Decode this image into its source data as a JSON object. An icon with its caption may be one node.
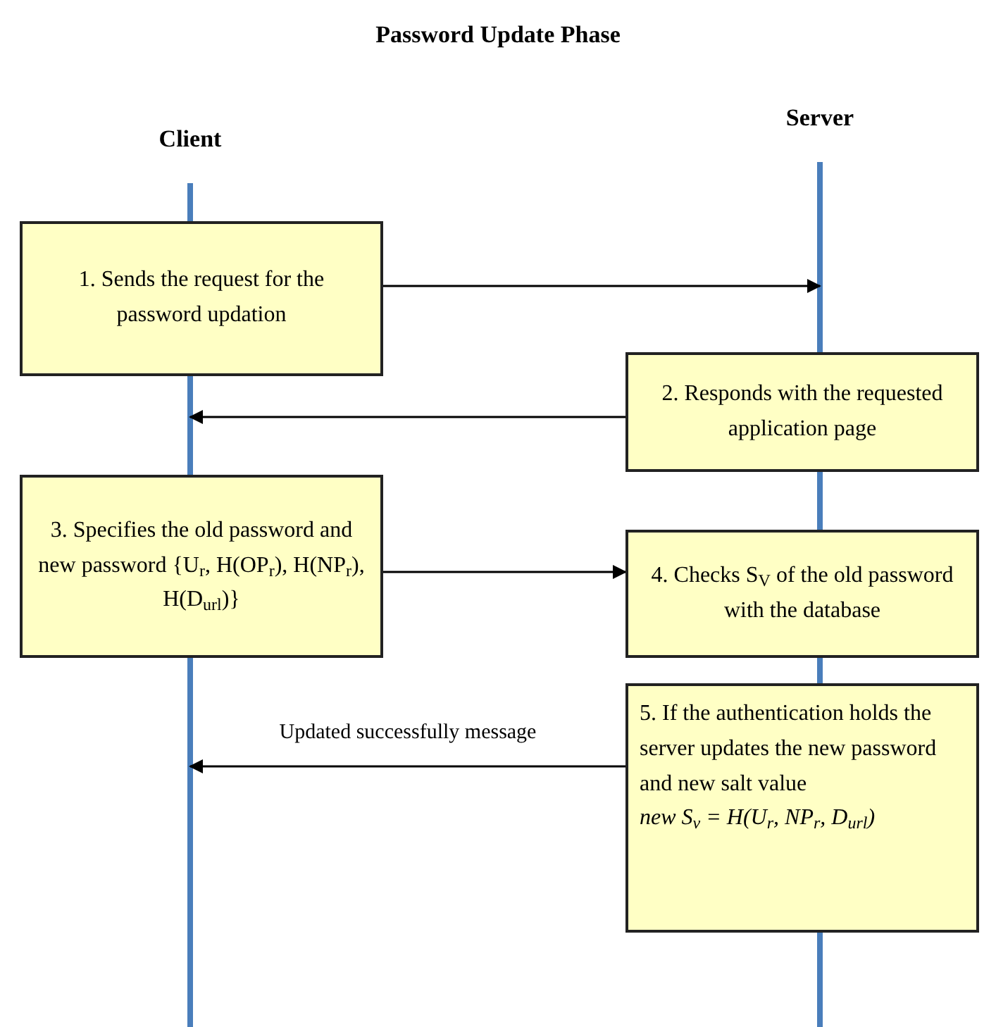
{
  "diagram": {
    "title": "Password Update Phase",
    "nodes": [
      {
        "text": [
          "Client"
        ]
      },
      {
        "text": [
          "Server"
        ]
      },
      {
        "text": [
          "1. Sends the request for the password updation"
        ]
      },
      {
        "text": [
          "2. Responds with the requested application page"
        ]
      },
      {
        "text": [
          "3. Specifies the old password and new password {U$_{r}$, H(OP$_{r}$), H(NP$_{r}$), H(D$_{url}$)}"
        ]
      },
      {
        "text": [
          "4. Checks S$_{V}$ of the old password with the database"
        ]
      },
      {
        "text": [
          "5. If the authentication holds the server updates the new password and new salt value",
          "new S$_{v}$ = H(U$_{r}$, NP$_{r}$, D$_{url}$)"
        ]
      }
    ],
    "edges": [
      {
        "from": 2,
        "to": 1,
        "arrow": "to"
      },
      {
        "from": 3,
        "to": 0,
        "arrow": "to"
      },
      {
        "from": 4,
        "to": 5,
        "arrow": "to"
      },
      {
        "from": 6,
        "to": 0,
        "arrow": "to",
        "label": "Updated successfully message"
      }
    ]
  }
}
